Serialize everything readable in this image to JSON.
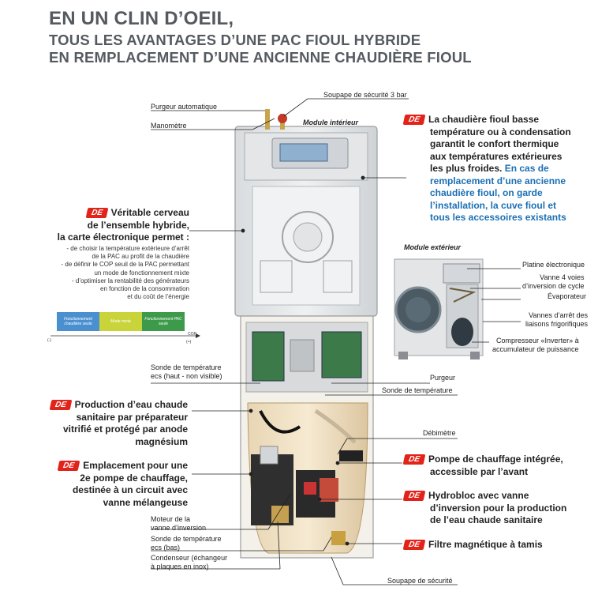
{
  "header": {
    "line1": "EN UN CLIN D’OEIL,",
    "line2": "TOUS LES AVANTAGES D’UNE PAC FIOUL HYBRIDE",
    "line3": "EN REMPLACEMENT D’UNE ANCIENNE CHAUDIÈRE FIOUL"
  },
  "badge_text": "DE",
  "modules": {
    "interior": "Module intérieur",
    "exterior": "Module extérieur"
  },
  "labels": {
    "purgeur_auto": "Purgeur automatique",
    "soupape_3bar": "Soupape de sécurité 3 bar",
    "manometre": "Manomètre",
    "sonde_ecs_1": "Sonde de température",
    "sonde_ecs_2": "ecs (haut - non visible)",
    "purgeur": "Purgeur",
    "sonde_temp": "Sonde de température",
    "debitmetre": "Débimètre",
    "moteur_1": "Moteur de la",
    "moteur_2": "vanne d’inversion",
    "sonde_bas_1": "Sonde de température",
    "sonde_bas_2": "ecs (bas)",
    "condenseur_1": "Condenseur (échangeur",
    "condenseur_2": "à plaques en inox)",
    "soupape": "Soupape de sécurité",
    "platine": "Platine électronique",
    "vanne4_1": "Vanne 4 voies",
    "vanne4_2": "d’inversion de cycle",
    "evaporateur": "Évaporateur",
    "vannes_arret_1": "Vannes d’arrêt des",
    "vannes_arret_2": "liaisons frigorifiques",
    "compresseur_1": "Compresseur «Inverter» à",
    "compresseur_2": "accumulateur de puissance"
  },
  "features": {
    "chaudiere": {
      "l1": "La chaudière fioul basse",
      "l2": "température ou à condensation",
      "l3": "garantit le confort thermique",
      "l4": "aux températures extérieures",
      "l5": "les plus froides.",
      "b1": " En cas de",
      "b2": "remplacement d’une ancienne",
      "b3": "chaudière fioul, on garde",
      "b4": "l’installation, la cuve fioul et",
      "b5": "tous les accessoires existants"
    },
    "cerveau": {
      "l1": "Véritable cerveau",
      "l2": "de l’ensemble hybride,",
      "l3": "la carte électronique permet :",
      "s1": "- de choisir la température extérieure d’arrêt",
      "s2": "de la PAC au profit de la chaudière",
      "s3": "- de définir le COP seuil de la PAC permettant",
      "s4": "un mode de fonctionnement mixte",
      "s5": "- d’optimiser la rentabilité des générateurs",
      "s6": "en fonction de la consommation",
      "s7": "et du coût de l’énergie"
    },
    "eau_chaude": {
      "l1": "Production d’eau chaude",
      "l2": "sanitaire par préparateur",
      "l3": "vitrifié et protégé par anode",
      "l4": "magnésium"
    },
    "pompe2": {
      "l1": "Emplacement pour une",
      "l2": "2e pompe de chauffage,",
      "l3": "destinée à un circuit avec",
      "l4": "vanne mélangeuse"
    },
    "pompe": {
      "l1": "Pompe de chauffage intégrée,",
      "l2": "accessible par l’avant"
    },
    "hydrobloc": {
      "l1": "Hydrobloc avec vanne",
      "l2": "d’inversion pour la production",
      "l3": "de l’eau chaude sanitaire"
    },
    "filtre": {
      "l1": "Filtre magnétique à tamis"
    }
  },
  "cop_chart": {
    "seg1": "Fonctionnement chaudière seule",
    "seg2": "Mode mixte",
    "seg3": "Fonctionnement PAC seule",
    "axis": "COP",
    "minus": "(-)",
    "plus": "(+)",
    "colors": [
      "#4a90d0",
      "#c8d43a",
      "#3c9a4a"
    ]
  }
}
